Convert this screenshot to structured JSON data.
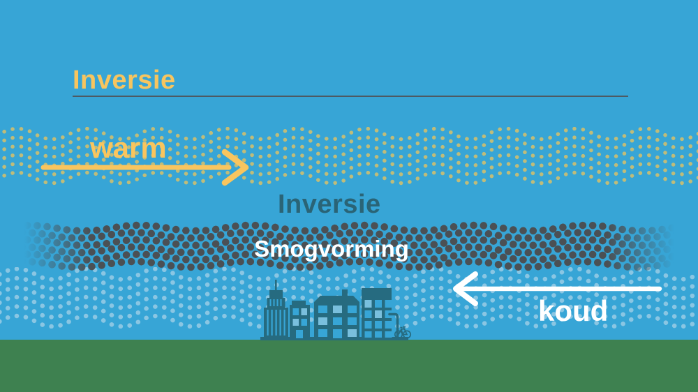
{
  "diagram": {
    "title": "Inversie",
    "warm_layer": {
      "label": "warm",
      "arrow_direction": "right"
    },
    "inversion_label": "Inversie",
    "smog_layer": {
      "label": "Smogvorming"
    },
    "cold_layer": {
      "label": "koud",
      "arrow_direction": "left"
    }
  },
  "scene": {
    "city": "city-skyline-silhouette",
    "ground": "grass-field"
  },
  "colors": {
    "sky": "#37A5D6",
    "title-text": "#F7C55F",
    "title-rule": "#4D5A63",
    "warm-dots": "#BFBC7A",
    "warm-accent": "#F9C55E",
    "inversion-text": "#2A6476",
    "smog-dots": "#4B5054",
    "smog-text": "#FFFFFF",
    "cold-dots": "#8AC6E3",
    "cold-accent": "#FFFFFF",
    "city": "#266B80",
    "window": "#37A5D6",
    "window-light": "#79BFDD",
    "ground": "#3E8150"
  }
}
